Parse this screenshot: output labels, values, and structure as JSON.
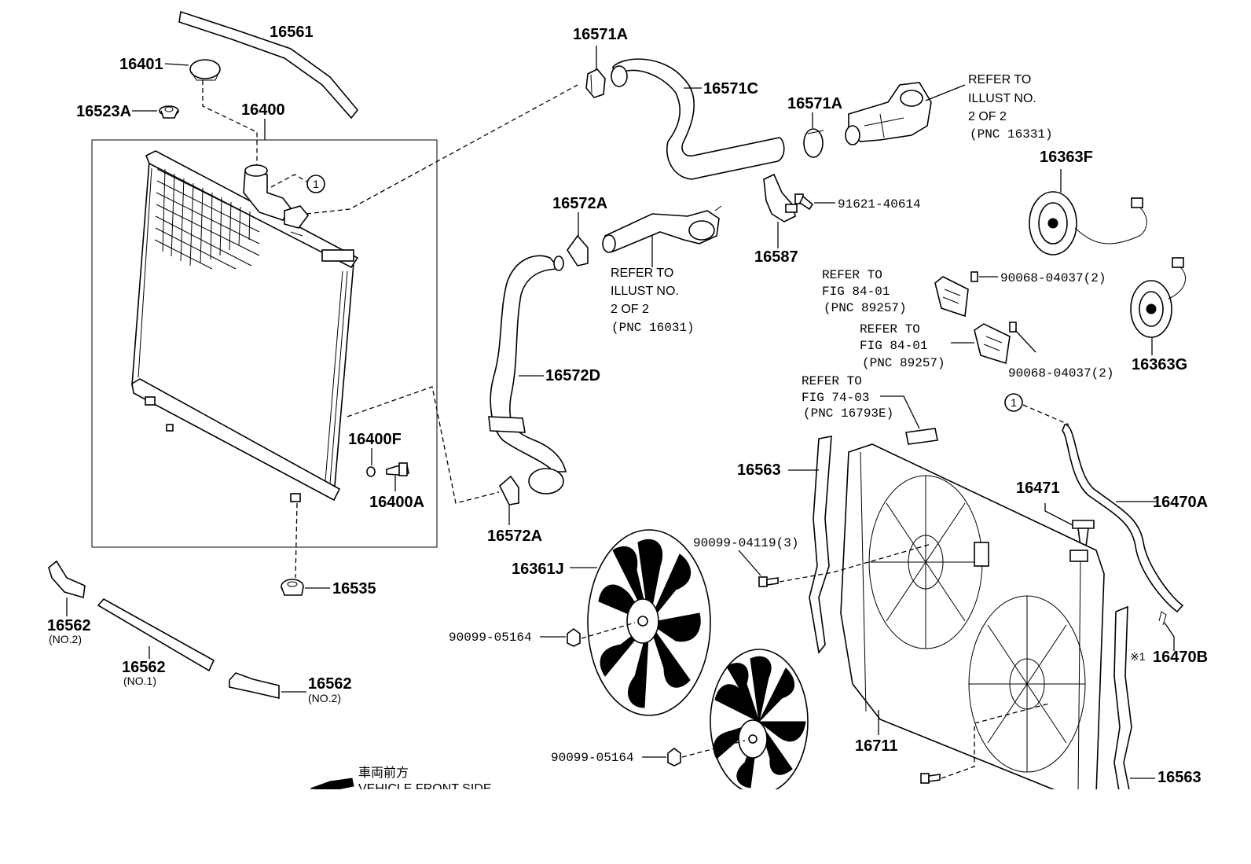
{
  "labels": {
    "p16561": "16561",
    "p16401": "16401",
    "p16523A": "16523A",
    "p16400": "16400",
    "p16571A_top": "16571A",
    "p16571C": "16571C",
    "p16571A_mid": "16571A",
    "p16363F": "16363F",
    "p91621": "91621-40614",
    "p16587": "16587",
    "p16572A_top": "16572A",
    "p16572D": "16572D",
    "p16400F": "16400F",
    "p16400A": "16400A",
    "p16572A_bot": "16572A",
    "p16535": "16535",
    "p16562_a": "16562",
    "p16562_a_sub": "(NO.2)",
    "p16562_b": "16562",
    "p16562_b_sub": "(NO.1)",
    "p16562_c": "16562",
    "p16562_c_sub": "(NO.2)",
    "p16563_top": "16563",
    "p16361J": "16361J",
    "p90099_04119": "90099-04119(3)",
    "p90099_05164_a": "90099-05164",
    "p90099_05164_b": "90099-05164",
    "p16711": "16711",
    "p16471": "16471",
    "p16470A": "16470A",
    "p16470B": "16470B",
    "p16470B_mark": "※1",
    "p16563_bot": "16563",
    "p16363G": "16363G",
    "p90068_a": "90068-04037(2)",
    "p90068_b": "90068-04037(2)",
    "callout_1": "1",
    "callout_1b": "1"
  },
  "refs": {
    "r16331": [
      "REFER TO",
      "ILLUST NO.",
      "2 OF 2",
      "(PNC 16331)"
    ],
    "r16031": [
      "REFER TO",
      "ILLUST NO.",
      "2 OF 2",
      "(PNC 16031)"
    ],
    "r89257_a": [
      "REFER TO",
      "FIG 84-01",
      "(PNC 89257)"
    ],
    "r89257_b": [
      "REFER TO",
      "FIG 84-01",
      "(PNC 89257)"
    ],
    "r16793E": [
      "REFER TO",
      "FIG 74-03",
      "(PNC 16793E)"
    ]
  },
  "front": {
    "jp": "車両前方",
    "en": "VEHICLE FRONT SIDE"
  }
}
